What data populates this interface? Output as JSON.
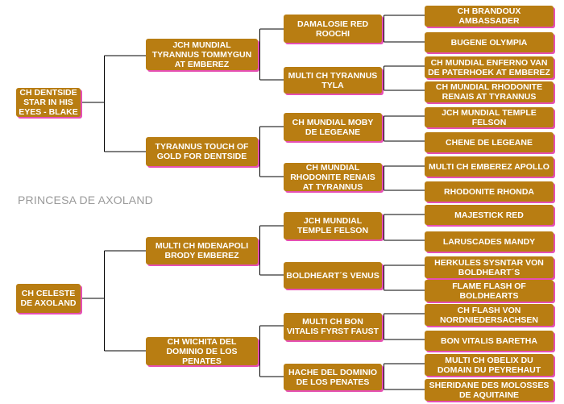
{
  "title": "PRINCESA DE AXOLAND",
  "colors": {
    "box": "#b87d12",
    "shadow": "#e64fb3",
    "line": "#000000",
    "title": "#9a9a9a"
  },
  "sire": {
    "name": "CH DENTSIDE STAR IN HIS EYES - BLAKE",
    "sire": {
      "name": "JCH MUNDIAL TYRANNUS TOMMYGUN AT EMBEREZ",
      "sire": {
        "name": "DAMALOSIE RED ROOCHI",
        "sire": "CH BRANDOUX AMBASSADER",
        "dam": "BUGENE OLYMPIA"
      },
      "dam": {
        "name": "MULTI CH TYRANNUS TYLA",
        "sire": "CH MUNDIAL ENFERNO VAN DE PATERHOEK AT EMBEREZ",
        "dam": "CH MUNDIAL RHODONITE RENAIS AT TYRANNUS"
      }
    },
    "dam": {
      "name": "TYRANNUS TOUCH OF GOLD FOR DENTSIDE",
      "sire": {
        "name": "CH MUNDIAL MOBY DE LEGEANE",
        "sire": "JCH MUNDIAL TEMPLE FELSON",
        "dam": "CHENE DE LEGEANE"
      },
      "dam": {
        "name": "CH MUNDIAL RHODONITE RENAIS AT TYRANNUS",
        "sire": "MULTI CH EMBEREZ APOLLO",
        "dam": "RHODONITE RHONDA"
      }
    }
  },
  "dam": {
    "name": "CH CELESTE DE AXOLAND",
    "sire": {
      "name": "MULTI CH MDENAPOLI BRODY EMBEREZ",
      "sire": {
        "name": "JCH MUNDIAL TEMPLE FELSON",
        "sire": "MAJESTICK RED",
        "dam": "LARUSCADES MANDY"
      },
      "dam": {
        "name": "BOLDHEART´S VENUS",
        "sire": "HERKULES SYSNTAR VON BOLDHEART´S",
        "dam": "FLAME FLASH OF BOLDHEARTS"
      }
    },
    "dam": {
      "name": "CH WICHITA DEL DOMINIO DE LOS PENATES",
      "sire": {
        "name": "MULTI CH BON VITALIS FYRST FAUST",
        "sire": "CH FLASH VON NORDNIEDERSACHSEN",
        "dam": "BON VITALIS BARETHA"
      },
      "dam": {
        "name": "HACHE DEL DOMINIO DE LOS PENATES",
        "sire": "MULTI CH OBELIX DU DOMAIN DU PEYREHAUT",
        "dam": "SHERIDANE DES MOLOSSES DE AQUITAINE"
      }
    }
  }
}
